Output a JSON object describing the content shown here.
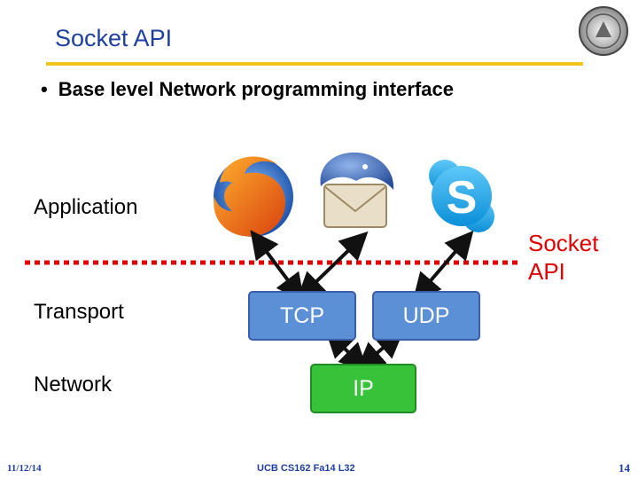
{
  "slide": {
    "title": "Socket API",
    "bullet": "Base level Network programming interface",
    "bullet_marker": "•"
  },
  "layers": {
    "application": "Application",
    "transport": "Transport",
    "network": "Network"
  },
  "socket_api": {
    "line1": "Socket",
    "line2": "API",
    "color": "#e00000"
  },
  "protocols": {
    "tcp": "TCP",
    "udp": "UDP",
    "ip": "IP"
  },
  "apps": [
    {
      "name": "firefox-icon"
    },
    {
      "name": "thunderbird-icon"
    },
    {
      "name": "skype-icon"
    }
  ],
  "footer": {
    "date": "11/12/14",
    "course": "UCB CS162 Fa14 L32",
    "page": "14"
  },
  "colors": {
    "title": "#1f3f9f",
    "rule": "#f0c419",
    "tcp_udp": "#5b8fd6",
    "ip": "#38c23a"
  }
}
